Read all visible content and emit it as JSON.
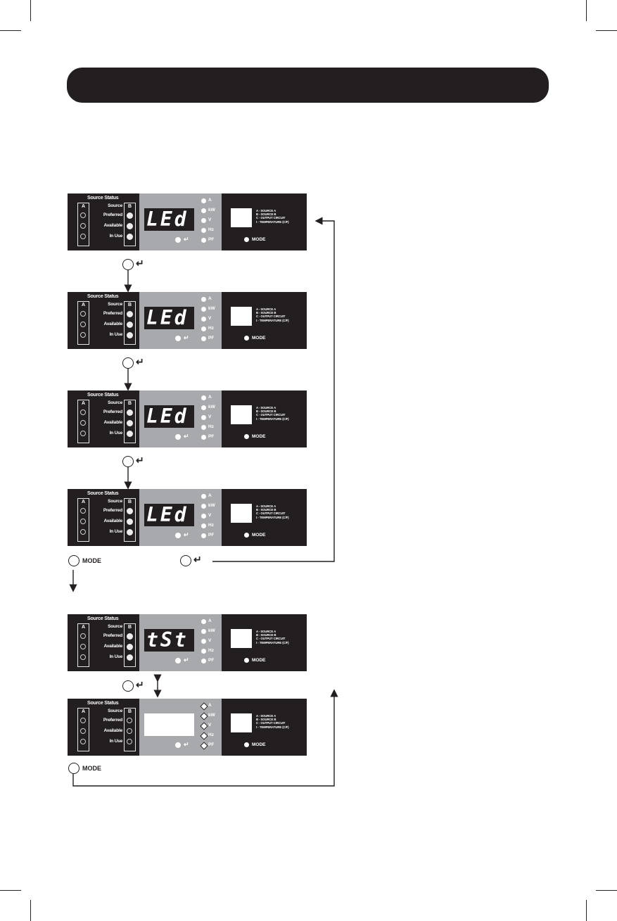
{
  "panel_common": {
    "source_status": "Source Status",
    "col_a": "A",
    "col_b": "B",
    "labels": [
      "Source",
      "Preferred",
      "Available",
      "In Use"
    ],
    "indicators": [
      "A",
      "kW",
      "V",
      "Hz",
      "PF"
    ],
    "mode_label": "MODE",
    "legend": [
      "A - SOURCE A",
      "B - SOURCE B",
      "C - OUTPUT CIRCUIT",
      "t - TEMPERATURE (C/F)"
    ]
  },
  "panels": [
    {
      "display": "LEd"
    },
    {
      "display": "LEd"
    },
    {
      "display": "LEd"
    },
    {
      "display": "LEd"
    },
    {
      "display": "tSt"
    },
    {
      "display": ""
    }
  ],
  "buttons": {
    "mode": "MODE",
    "enter_symbol": "↵"
  },
  "colors": {
    "panel": "#231f20",
    "display_area": "#a7a9ac",
    "header": "#231f20"
  }
}
